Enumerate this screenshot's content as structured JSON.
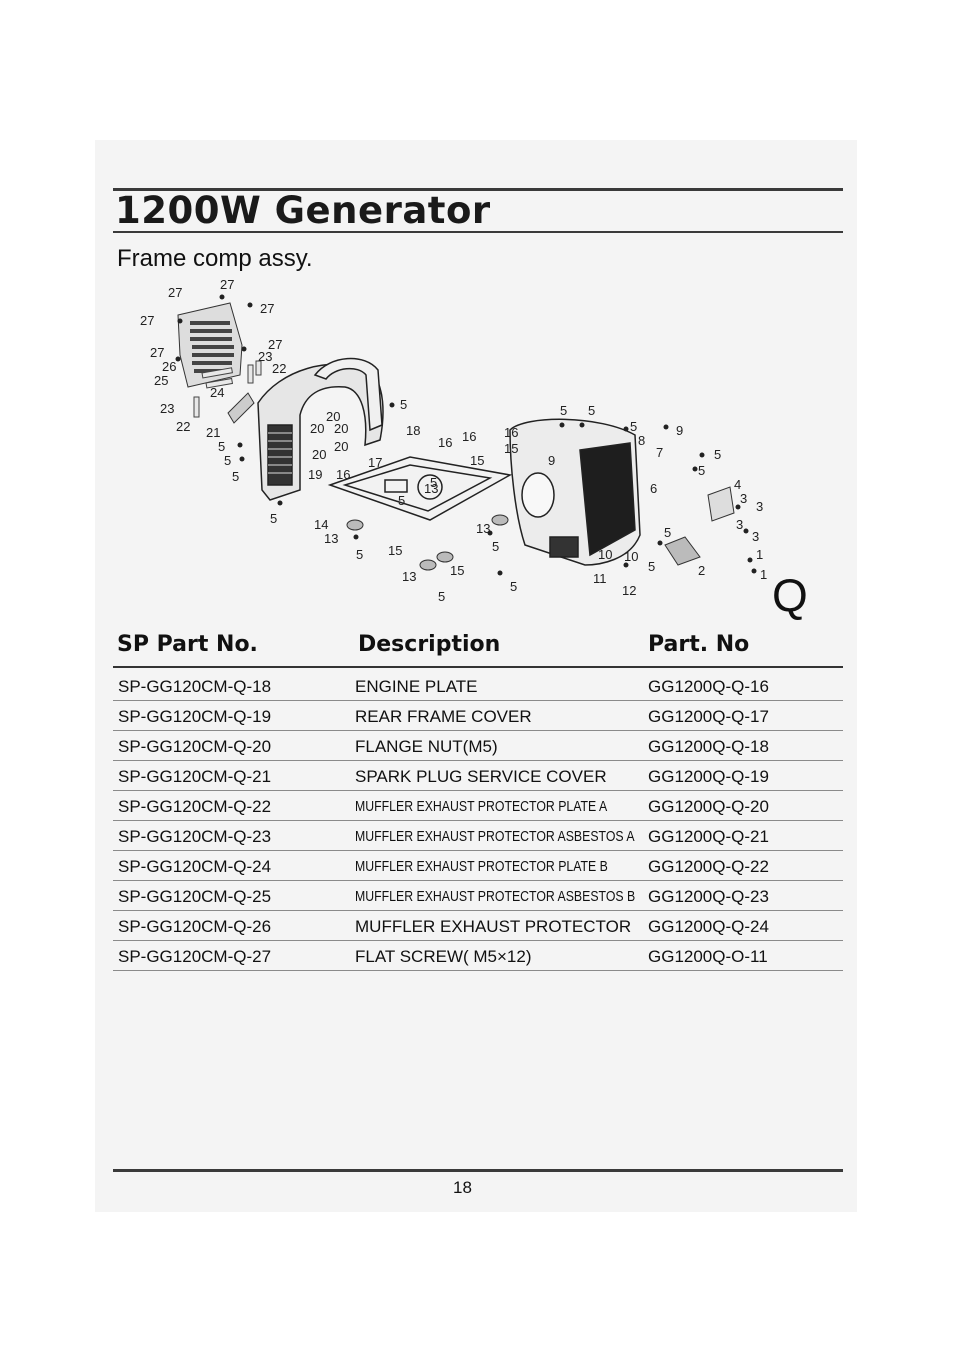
{
  "page": {
    "title": "1200W Generator",
    "subtitle": "Frame comp assy.",
    "section_letter": "Q",
    "page_number": "18"
  },
  "table": {
    "headers": [
      "SP Part No.",
      "Description",
      "Part. No"
    ],
    "rows": [
      {
        "sp": "SP-GG120CM-Q-18",
        "desc": "ENGINE PLATE",
        "part": "GG1200Q-Q-16"
      },
      {
        "sp": "SP-GG120CM-Q-19",
        "desc": "REAR FRAME COVER",
        "part": "GG1200Q-Q-17"
      },
      {
        "sp": "SP-GG120CM-Q-20",
        "desc": "FLANGE NUT(M5)",
        "part": "GG1200Q-Q-18"
      },
      {
        "sp": "SP-GG120CM-Q-21",
        "desc": "SPARK PLUG SERVICE COVER",
        "part": "GG1200Q-Q-19"
      },
      {
        "sp": "SP-GG120CM-Q-22",
        "desc": "MUFFLER EXHAUST PROTECTOR PLATE A",
        "part": "GG1200Q-Q-20"
      },
      {
        "sp": "SP-GG120CM-Q-23",
        "desc": "MUFFLER EXHAUST PROTECTOR ASBESTOS A",
        "part": "GG1200Q-Q-21"
      },
      {
        "sp": "SP-GG120CM-Q-24",
        "desc": "MUFFLER EXHAUST PROTECTOR PLATE B",
        "part": "GG1200Q-Q-22"
      },
      {
        "sp": "SP-GG120CM-Q-25",
        "desc": "MUFFLER EXHAUST PROTECTOR ASBESTOS B",
        "part": "GG1200Q-Q-23"
      },
      {
        "sp": "SP-GG120CM-Q-26",
        "desc": "MUFFLER EXHAUST PROTECTOR",
        "part": "GG1200Q-Q-24"
      },
      {
        "sp": "SP-GG120CM-Q-27",
        "desc": "FLAT SCREW( M5×12)",
        "part": "GG1200Q-O-11"
      }
    ]
  },
  "diagram": {
    "labels": [
      "27",
      "27",
      "27",
      "27",
      "27",
      "27",
      "26",
      "25",
      "24",
      "23",
      "22",
      "23",
      "22",
      "21",
      "20",
      "20",
      "20",
      "20",
      "20",
      "19",
      "18",
      "17",
      "16",
      "16",
      "16",
      "15",
      "15",
      "15",
      "14",
      "13",
      "13",
      "13",
      "13",
      "12",
      "11",
      "10",
      "10",
      "9",
      "9",
      "8",
      "7",
      "6",
      "5",
      "5",
      "5",
      "5",
      "5",
      "5",
      "5",
      "5",
      "5",
      "5",
      "5",
      "5",
      "5",
      "5",
      "4",
      "3",
      "3",
      "3",
      "3",
      "2",
      "1",
      "1"
    ]
  }
}
